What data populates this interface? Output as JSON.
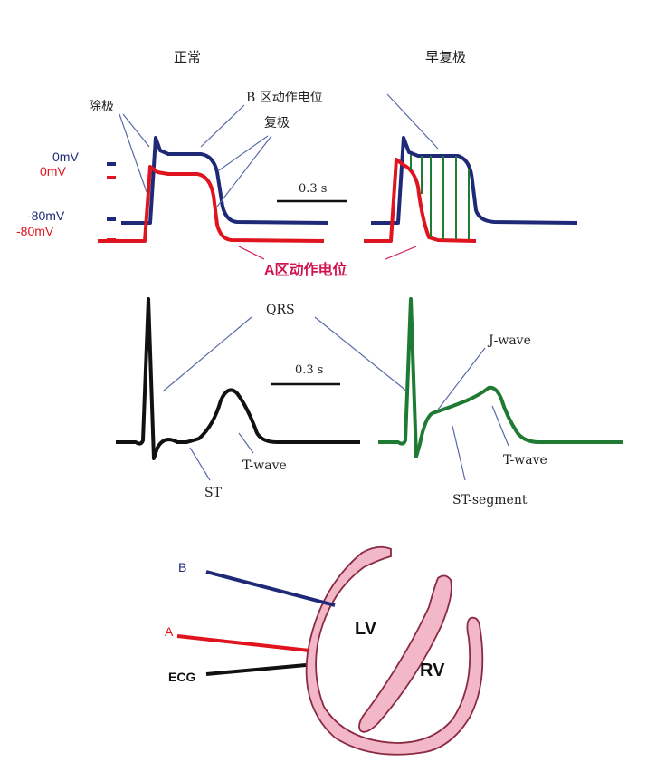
{
  "panels": {
    "normal_title": "正常",
    "early_repol_title": "早复极"
  },
  "ap_labels": {
    "depolarization": "除极",
    "repolarization": "复极",
    "b_zone_ap": "B 区动作电位",
    "a_zone_ap": "A区动作电位",
    "blue_0mv": "0mV",
    "red_0mv": "0mV",
    "blue_neg80mv": "-80mV",
    "red_neg80mv": "-80mV",
    "time_scale": "0.3 s"
  },
  "ecg_labels": {
    "qrs": "QRS",
    "time_scale": "0.3 s",
    "st": "ST",
    "t_wave_left": "T-wave",
    "j_wave": "J-wave",
    "t_wave_right": "T-wave",
    "st_segment": "ST-segment"
  },
  "heart_labels": {
    "b": "B",
    "a": "A",
    "ecg": "ECG",
    "lv": "LV",
    "rv": "RV"
  },
  "colors": {
    "blue": "#1e2a78",
    "red": "#e0141e",
    "magenta_label": "#d0144e",
    "black": "#111111",
    "green": "#1f7a33",
    "pink_wall": "#f3b8c8"
  }
}
